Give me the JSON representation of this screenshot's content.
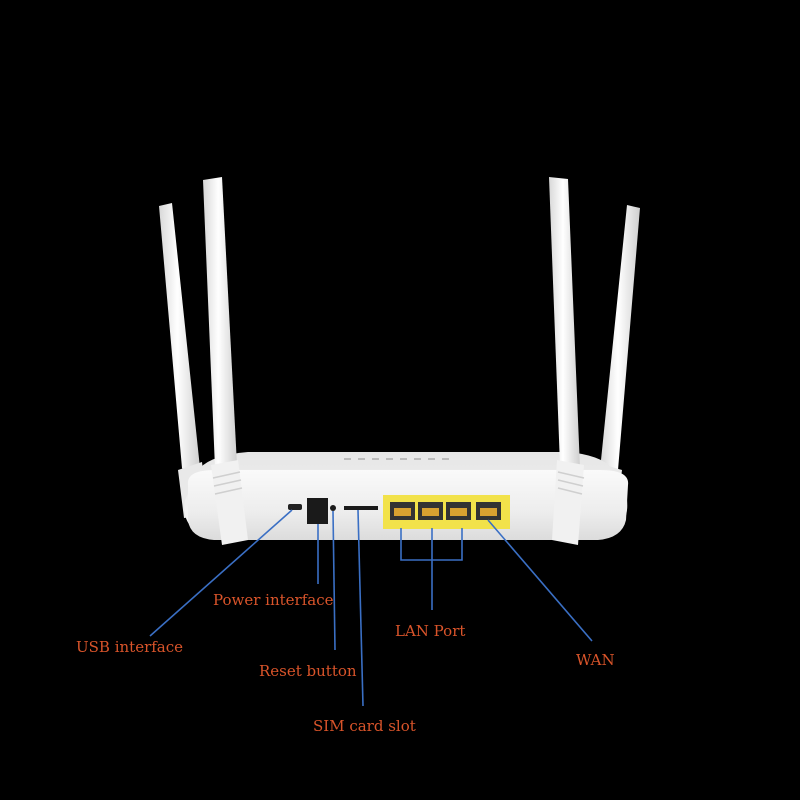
{
  "colors": {
    "background": "#000000",
    "label_text": "#d9542a",
    "leader_line": "#3a6fc4",
    "router_body": "#f3f3f3",
    "port_housing": "#f2e24a"
  },
  "labels": {
    "usb": "USB interface",
    "power": "Power interface",
    "reset": "Reset button",
    "sim": "SIM card slot",
    "lan": "LAN Port",
    "wan": "WAN"
  }
}
